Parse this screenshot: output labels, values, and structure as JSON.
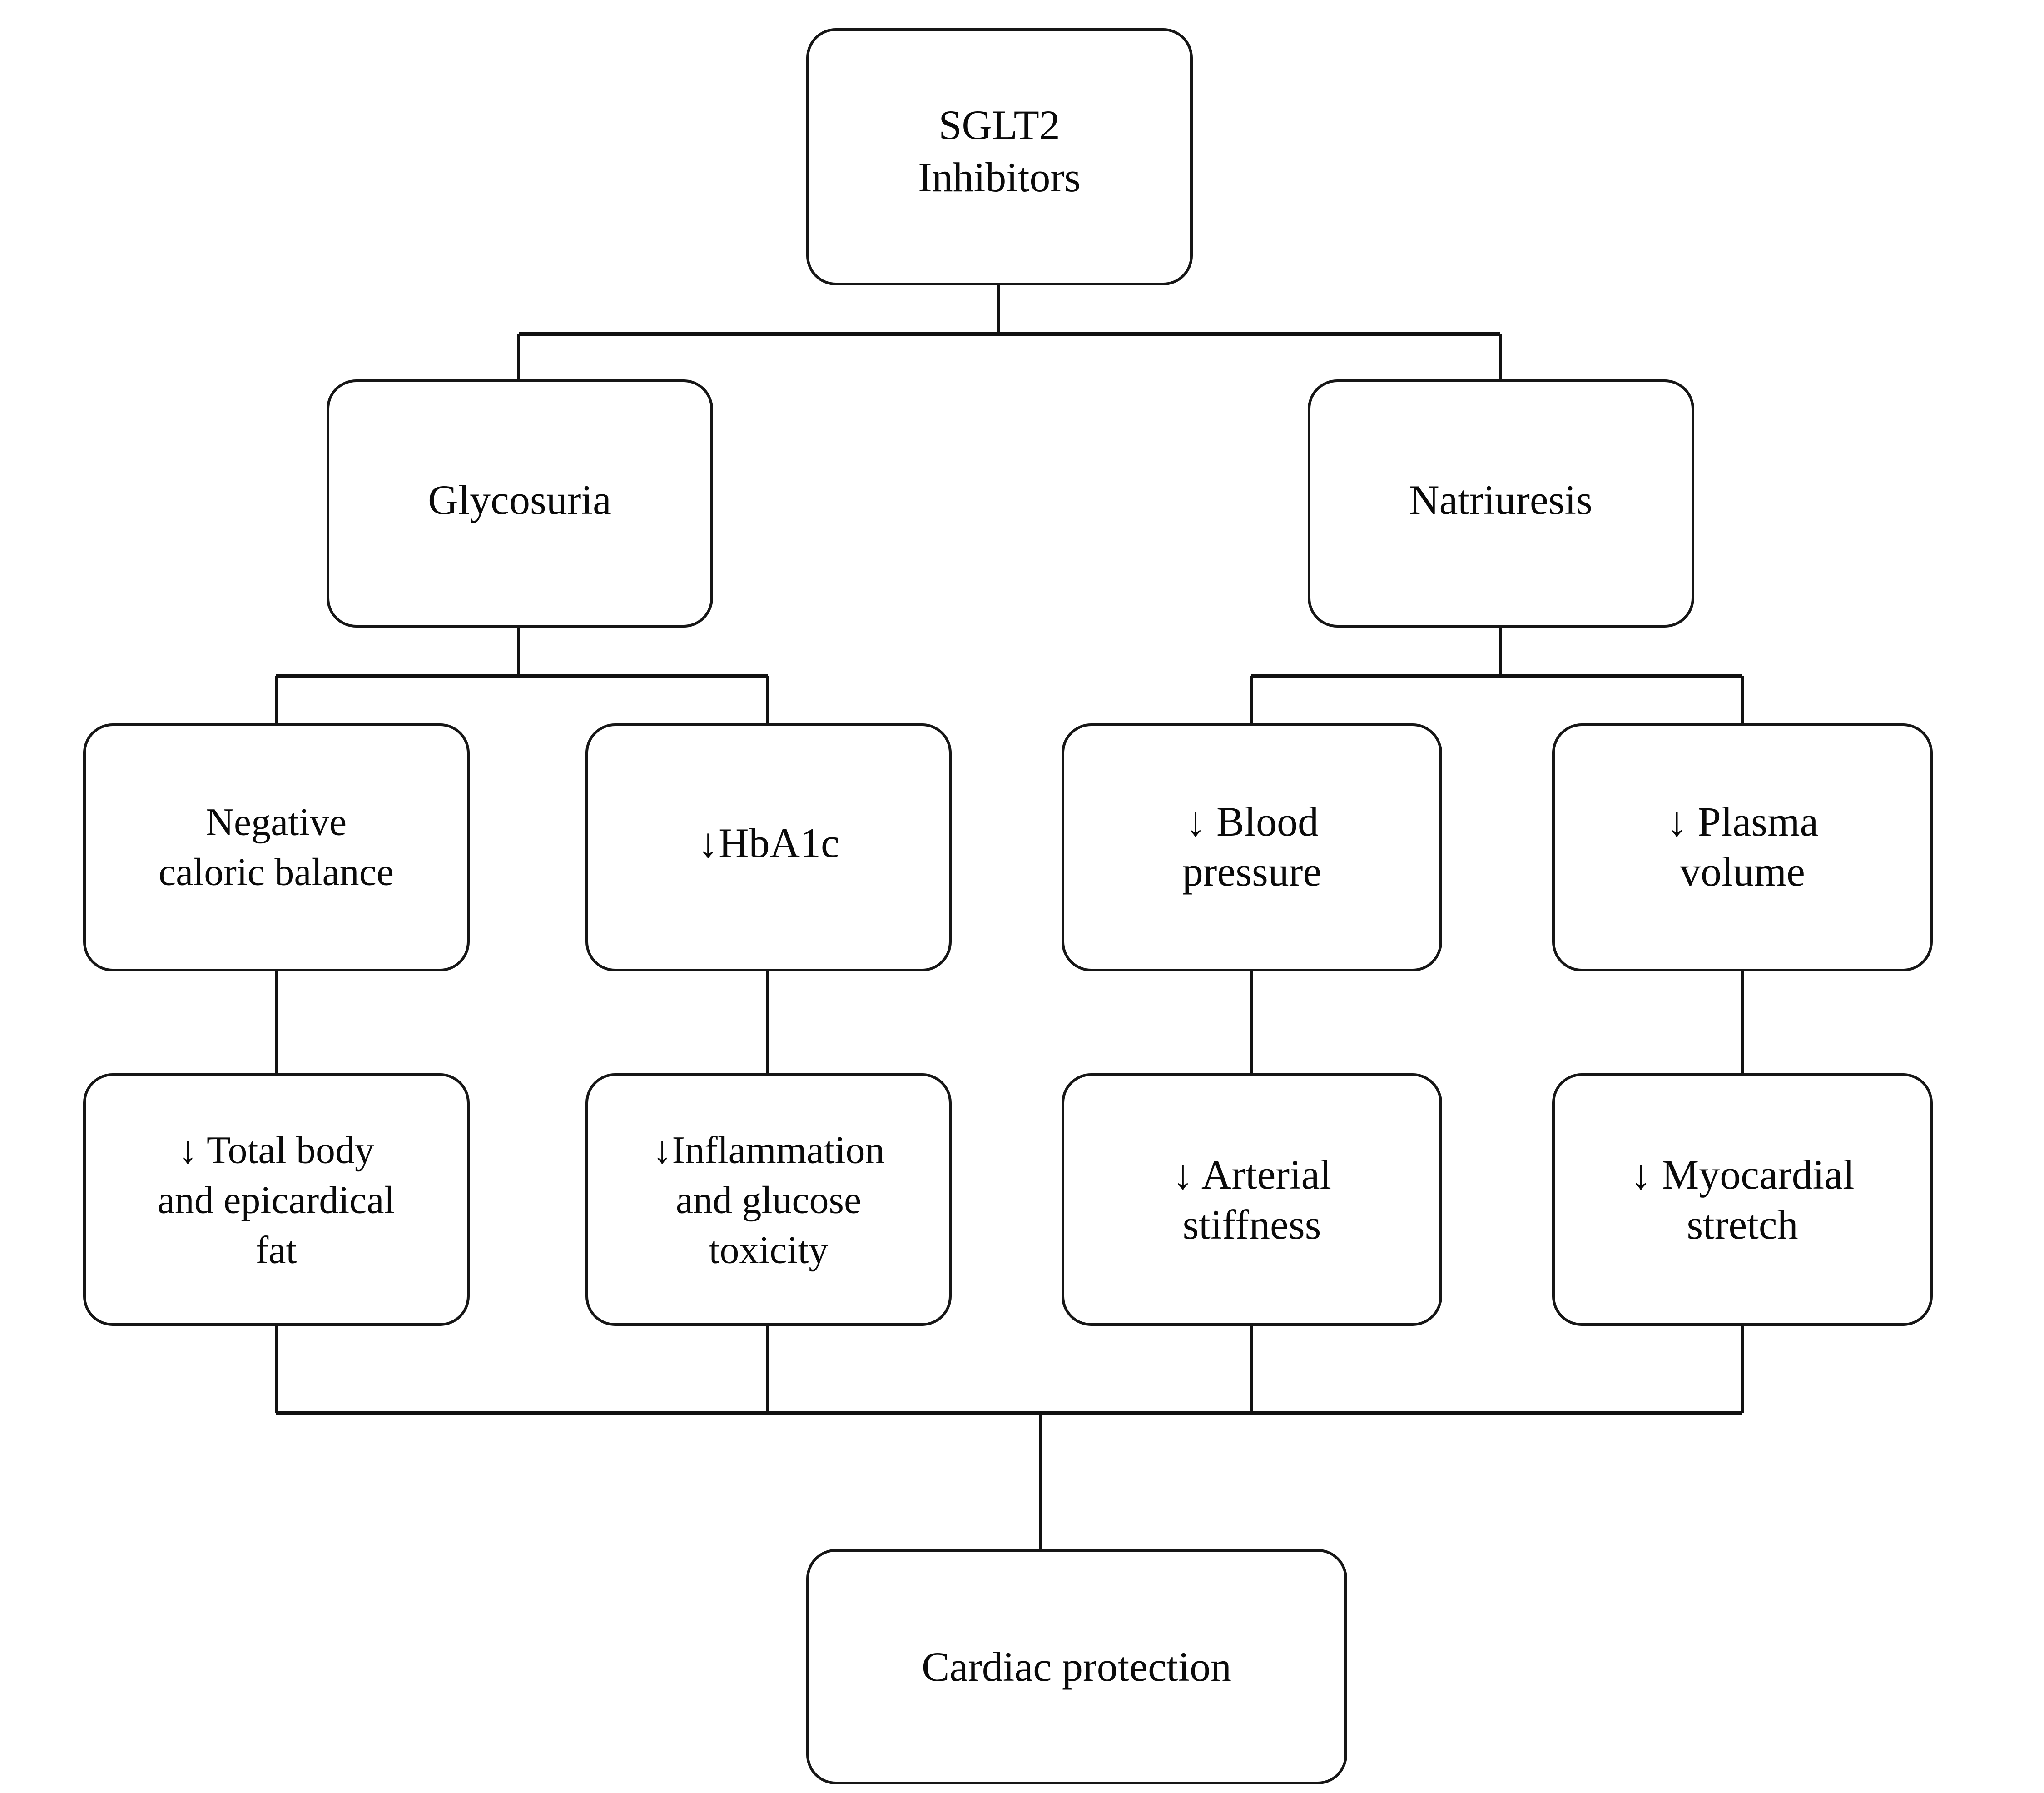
{
  "diagram": {
    "type": "flowchart",
    "orientation": "top-down",
    "background_color": "#ffffff",
    "stroke_color": "#111111",
    "text_color": "#0a0a0a",
    "arrow_glyph": "↓",
    "nodes": {
      "root": {
        "id": "sglt2-inhibitors",
        "lines": [
          "SGLT2",
          "Inhibitors"
        ]
      },
      "glycosuria": {
        "id": "glycosuria",
        "lines": [
          "Glycosuria"
        ]
      },
      "natriuresis": {
        "id": "natriuresis",
        "lines": [
          "Natriuresis"
        ]
      },
      "negative_caloric_balance": {
        "id": "negative-caloric-balance",
        "lines": [
          "Negative",
          "caloric balance"
        ]
      },
      "hba1c": {
        "id": "hba1c",
        "lines": [
          "↓HbA1c"
        ]
      },
      "blood_pressure": {
        "id": "blood-pressure",
        "lines": [
          "↓ Blood",
          "pressure"
        ]
      },
      "plasma_volume": {
        "id": "plasma-volume",
        "lines": [
          "↓ Plasma",
          "volume"
        ]
      },
      "total_body_fat": {
        "id": "total-body-and-epicardical-fat",
        "lines": [
          "↓ Total body",
          "and epicardical",
          "fat"
        ]
      },
      "inflammation": {
        "id": "inflammation-and-glucose-toxicity",
        "lines": [
          "↓Inflammation",
          "and glucose",
          "toxicity"
        ]
      },
      "arterial_stiffness": {
        "id": "arterial-stiffness",
        "lines": [
          "↓ Arterial",
          "stiffness"
        ]
      },
      "myocardial_stretch": {
        "id": "myocardial-stretch",
        "lines": [
          "↓ Myocardial",
          "stretch"
        ]
      },
      "cardiac_protection": {
        "id": "cardiac-protection",
        "lines": [
          "Cardiac protection"
        ]
      }
    },
    "edges": [
      {
        "from": "sglt2-inhibitors",
        "to": "glycosuria"
      },
      {
        "from": "sglt2-inhibitors",
        "to": "natriuresis"
      },
      {
        "from": "glycosuria",
        "to": "negative-caloric-balance"
      },
      {
        "from": "glycosuria",
        "to": "hba1c"
      },
      {
        "from": "natriuresis",
        "to": "blood-pressure"
      },
      {
        "from": "natriuresis",
        "to": "plasma-volume"
      },
      {
        "from": "negative-caloric-balance",
        "to": "total-body-and-epicardical-fat"
      },
      {
        "from": "hba1c",
        "to": "inflammation-and-glucose-toxicity"
      },
      {
        "from": "blood-pressure",
        "to": "arterial-stiffness"
      },
      {
        "from": "plasma-volume",
        "to": "myocardial-stretch"
      },
      {
        "from": "total-body-and-epicardical-fat",
        "to": "cardiac-protection"
      },
      {
        "from": "inflammation-and-glucose-toxicity",
        "to": "cardiac-protection"
      },
      {
        "from": "arterial-stiffness",
        "to": "cardiac-protection"
      },
      {
        "from": "myocardial-stretch",
        "to": "cardiac-protection"
      }
    ]
  }
}
